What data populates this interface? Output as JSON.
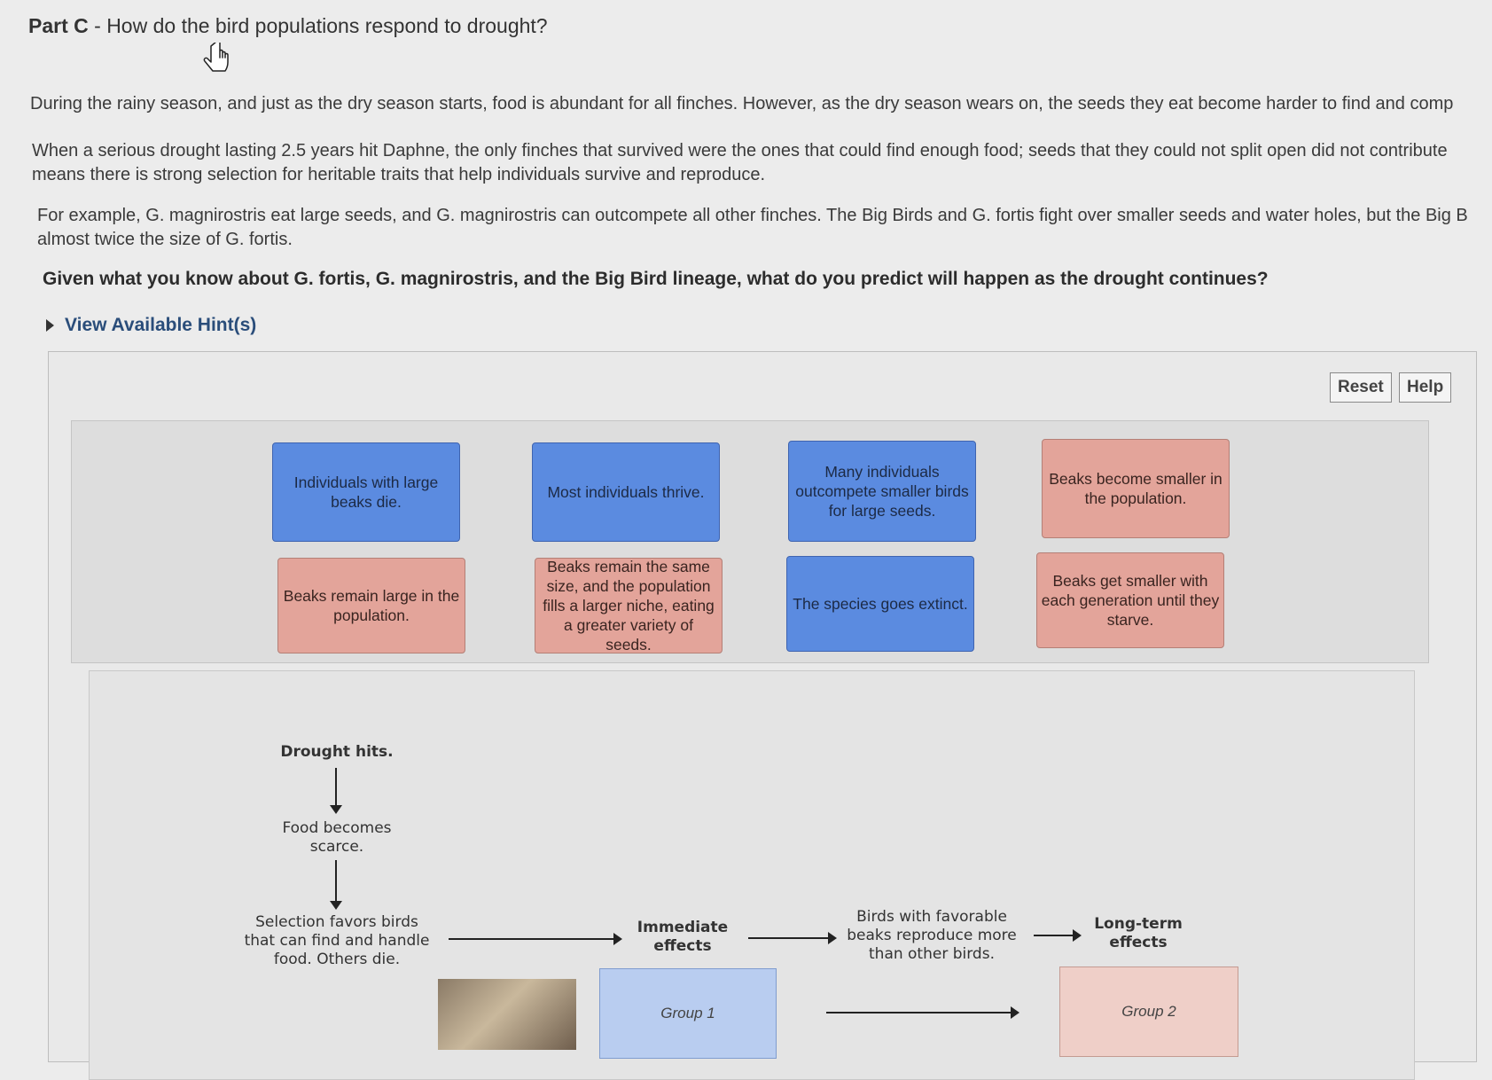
{
  "header": {
    "part_label": "Part C",
    "title_rest": " - How do the bird populations respond to drought?"
  },
  "paragraphs": {
    "p1": "During the rainy season, and just as the dry season starts, food is abundant for all finches. However, as the dry season wears on, the seeds they eat become harder to find and comp",
    "p2_line1": "When a serious drought lasting 2.5 years hit Daphne, the only finches that survived were the ones that could find enough food; seeds that they could not split open did not contribute",
    "p2_line2": "means there is strong selection for heritable traits that help individuals survive and reproduce.",
    "p3_line1": "For example, G. magnirostris eat large seeds, and G. magnirostris can outcompete all other finches. The Big Birds and G. fortis fight over smaller seeds and water holes, but the Big B",
    "p3_line2": "almost twice the size of G. fortis."
  },
  "question": "Given what you know about G. fortis, G. magnirostris, and the Big Bird lineage, what do you predict will happen as the drought continues?",
  "hint_label": "View Available Hint(s)",
  "toolbar": {
    "reset_label": "Reset",
    "help_label": "Help"
  },
  "tiles": [
    {
      "text": "Individuals with large beaks die.",
      "color": "blue"
    },
    {
      "text": "Most individuals thrive.",
      "color": "blue"
    },
    {
      "text": "Many individuals outcompete smaller birds for large seeds.",
      "color": "blue"
    },
    {
      "text": "Beaks become smaller in the population.",
      "color": "red"
    },
    {
      "text": "Beaks remain large in the population.",
      "color": "red"
    },
    {
      "text": "Beaks remain the same size, and the population fills a larger niche, eating a greater variety of seeds.",
      "color": "red"
    },
    {
      "text": "The species goes extinct.",
      "color": "blue"
    },
    {
      "text": "Beaks get smaller with each generation until they starve.",
      "color": "red"
    }
  ],
  "flow": {
    "drought": "Drought hits.",
    "food": "Food becomes scarce.",
    "selection": "Selection favors birds that can find and handle food. Others die.",
    "immediate": "Immediate effects",
    "reproduce": "Birds with favorable beaks reproduce more than other birds.",
    "longterm": "Long-term effects"
  },
  "groups": {
    "group1": "Group 1",
    "group2": "Group 2"
  },
  "colors": {
    "tile_blue": "#5b8be0",
    "tile_red": "#e3a49a",
    "group1_bg": "#b9cdf0",
    "group2_bg": "#efcfc8"
  }
}
